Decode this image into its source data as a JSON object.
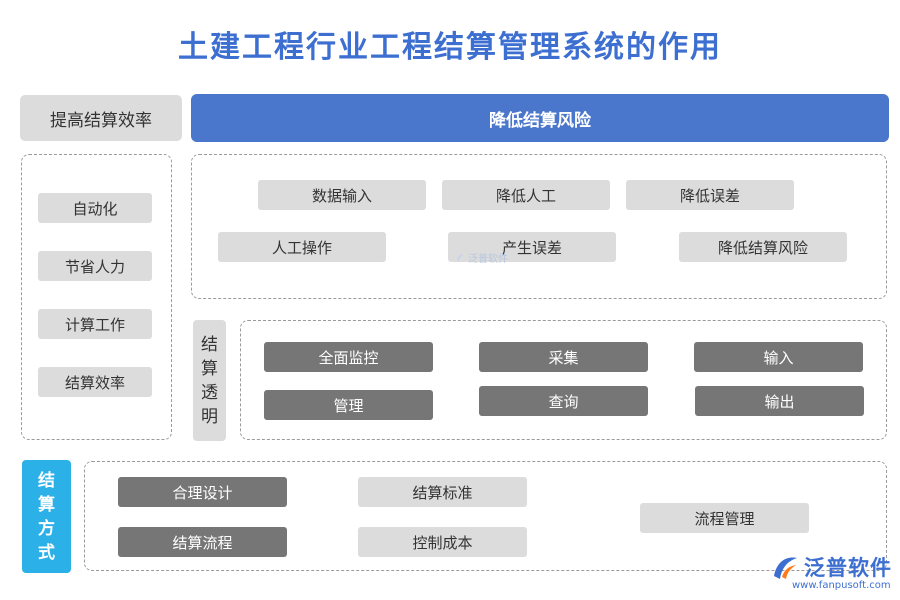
{
  "title": "土建工程行业工程结算管理系统的作用",
  "header": {
    "left_label": "提高结算效率",
    "main_label": "降低结算风险"
  },
  "left_panel": {
    "items": [
      "自动化",
      "节省人力",
      "计算工作",
      "结算效率"
    ]
  },
  "risk_panel": {
    "row1": [
      "数据输入",
      "降低人工",
      "降低误差"
    ],
    "row2": [
      "人工操作",
      "产生误差",
      "降低结算风险"
    ]
  },
  "transparency": {
    "label": [
      "结",
      "算",
      "透",
      "明"
    ],
    "row1": [
      "全面监控",
      "采集",
      "输入"
    ],
    "row2": [
      "管理",
      "查询",
      "输出"
    ]
  },
  "method": {
    "label": [
      "结",
      "算",
      "方",
      "式"
    ],
    "col1": [
      "合理设计",
      "结算流程"
    ],
    "col2": [
      "结算标准",
      "控制成本"
    ],
    "col3": [
      "流程管理"
    ]
  },
  "watermark": "泛普软件",
  "logo": {
    "name": "泛普软件",
    "url": "www.fanpusoft.com"
  },
  "colors": {
    "title": "#3d6fd1",
    "header_blue": "#4a76cc",
    "label_cyan": "#2bb0e8",
    "pill_light": "#dcdcdc",
    "pill_dark": "#767676"
  }
}
